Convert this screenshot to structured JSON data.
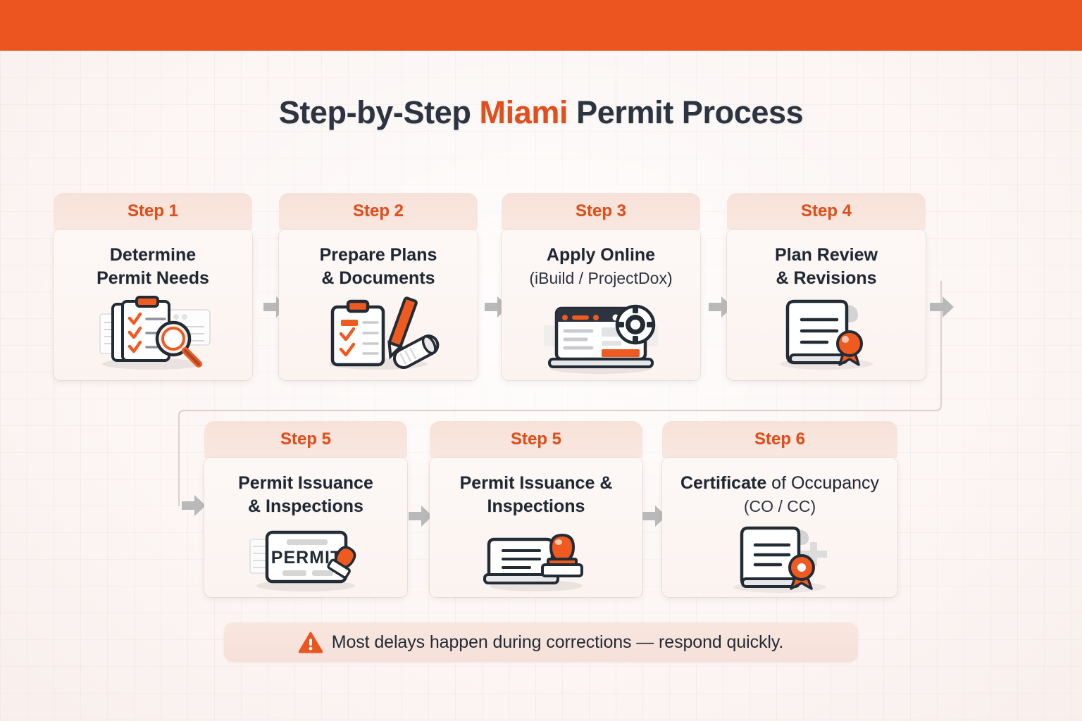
{
  "banner": {
    "color": "#ec5420"
  },
  "title": {
    "part1": "Step-by-Step ",
    "accent": "Miami",
    "part2": " Permit Process",
    "accent_color": "#e34f1c",
    "text_color": "#2b3440"
  },
  "row1": [
    {
      "step_label": "Step 1",
      "title": "Determine\nPermit Needs",
      "title_line1": "Determine",
      "title_line2": "Permit Needs",
      "subtitle": "",
      "icon": "clipboard-checklist-magnifier-icon"
    },
    {
      "step_label": "Step 2",
      "title_line1": "Prepare Plans",
      "title_line2": "& Documents",
      "subtitle": "",
      "icon": "clipboard-pencil-blueprint-icon"
    },
    {
      "step_label": "Step 3",
      "title_line1": "Apply Online",
      "title_line2": "",
      "subtitle": "(iBuild / ProjectDox)",
      "icon": "laptop-gear-icon"
    },
    {
      "step_label": "Step 4",
      "title_line1": "Plan Review",
      "title_line2": "& Revisions",
      "subtitle": "",
      "icon": "document-seal-icon"
    }
  ],
  "row2": [
    {
      "step_label": "Step 5",
      "title_line1": "Permit Issuance",
      "title_line2": "& Inspections",
      "subtitle": "",
      "icon": "permit-card-stamp-icon"
    },
    {
      "step_label": "Step 5",
      "title_line1": "Permit Issuance &",
      "title_line2": "Inspections",
      "subtitle": "",
      "icon": "document-stamp-icon"
    },
    {
      "step_label": "Step 6",
      "title_bold": "Certificate",
      "title_light": " of Occupancy",
      "subtitle": "(CO / CC)",
      "icon": "certificate-seal-icon"
    }
  ],
  "footer": {
    "icon": "warning-triangle-icon",
    "text": "Most delays happen during corrections — respond quickly."
  },
  "colors": {
    "orange": "#ec5420",
    "orange_dark": "#e24c17",
    "ink": "#1f2733",
    "arrow_gray": "#b9b9b9",
    "card_head": "#f7e2d9",
    "card_body": "#fdf8f6",
    "page_bg": "#fbf4f2"
  }
}
